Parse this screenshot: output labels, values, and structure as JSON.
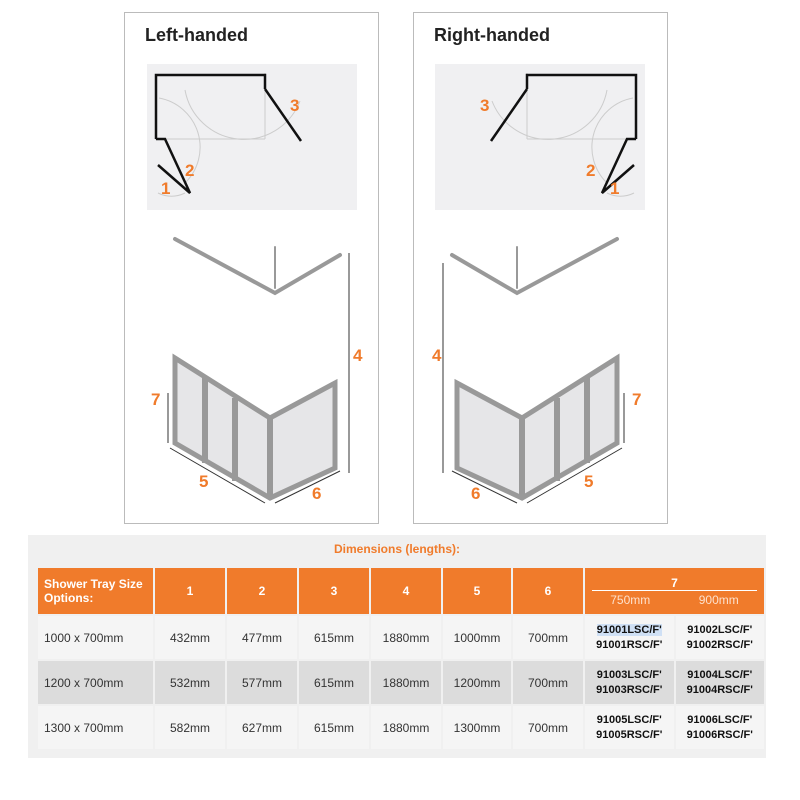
{
  "panels": [
    {
      "title": "Left-handed",
      "labels": {
        "d1": "1",
        "d2": "2",
        "d3": "3",
        "d4": "4",
        "d5": "5",
        "d6": "6",
        "d7": "7"
      }
    },
    {
      "title": "Right-handed",
      "labels": {
        "d1": "1",
        "d2": "2",
        "d3": "3",
        "d4": "4",
        "d5": "5",
        "d6": "6",
        "d7": "7"
      }
    }
  ],
  "table": {
    "title": "Dimensions (lengths):",
    "headers": [
      "Shower Tray Size Options:",
      "1",
      "2",
      "3",
      "4",
      "5",
      "6",
      "7"
    ],
    "subheaders": [
      "750mm",
      "900mm"
    ],
    "rows": [
      {
        "size": "1000 x 700mm",
        "c1": "432mm",
        "c2": "477mm",
        "c3": "615mm",
        "c4": "1880mm",
        "c5": "1000mm",
        "c6": "700mm",
        "a1": "91001LSC/F'",
        "a2": "91001RSC/F'",
        "b1": "91002LSC/F'",
        "b2": "91002RSC/F'"
      },
      {
        "size": "1200 x 700mm",
        "c1": "532mm",
        "c2": "577mm",
        "c3": "615mm",
        "c4": "1880mm",
        "c5": "1200mm",
        "c6": "700mm",
        "a1": "91003LSC/F'",
        "a2": "91003RSC/F'",
        "b1": "91004LSC/F'",
        "b2": "91004RSC/F'"
      },
      {
        "size": "1300 x 700mm",
        "c1": "582mm",
        "c2": "627mm",
        "c3": "615mm",
        "c4": "1880mm",
        "c5": "1300mm",
        "c6": "700mm",
        "a1": "91005LSC/F'",
        "a2": "91005RSC/F'",
        "b1": "91006LSC/F'",
        "b2": "91006RSC/F'"
      }
    ]
  }
}
